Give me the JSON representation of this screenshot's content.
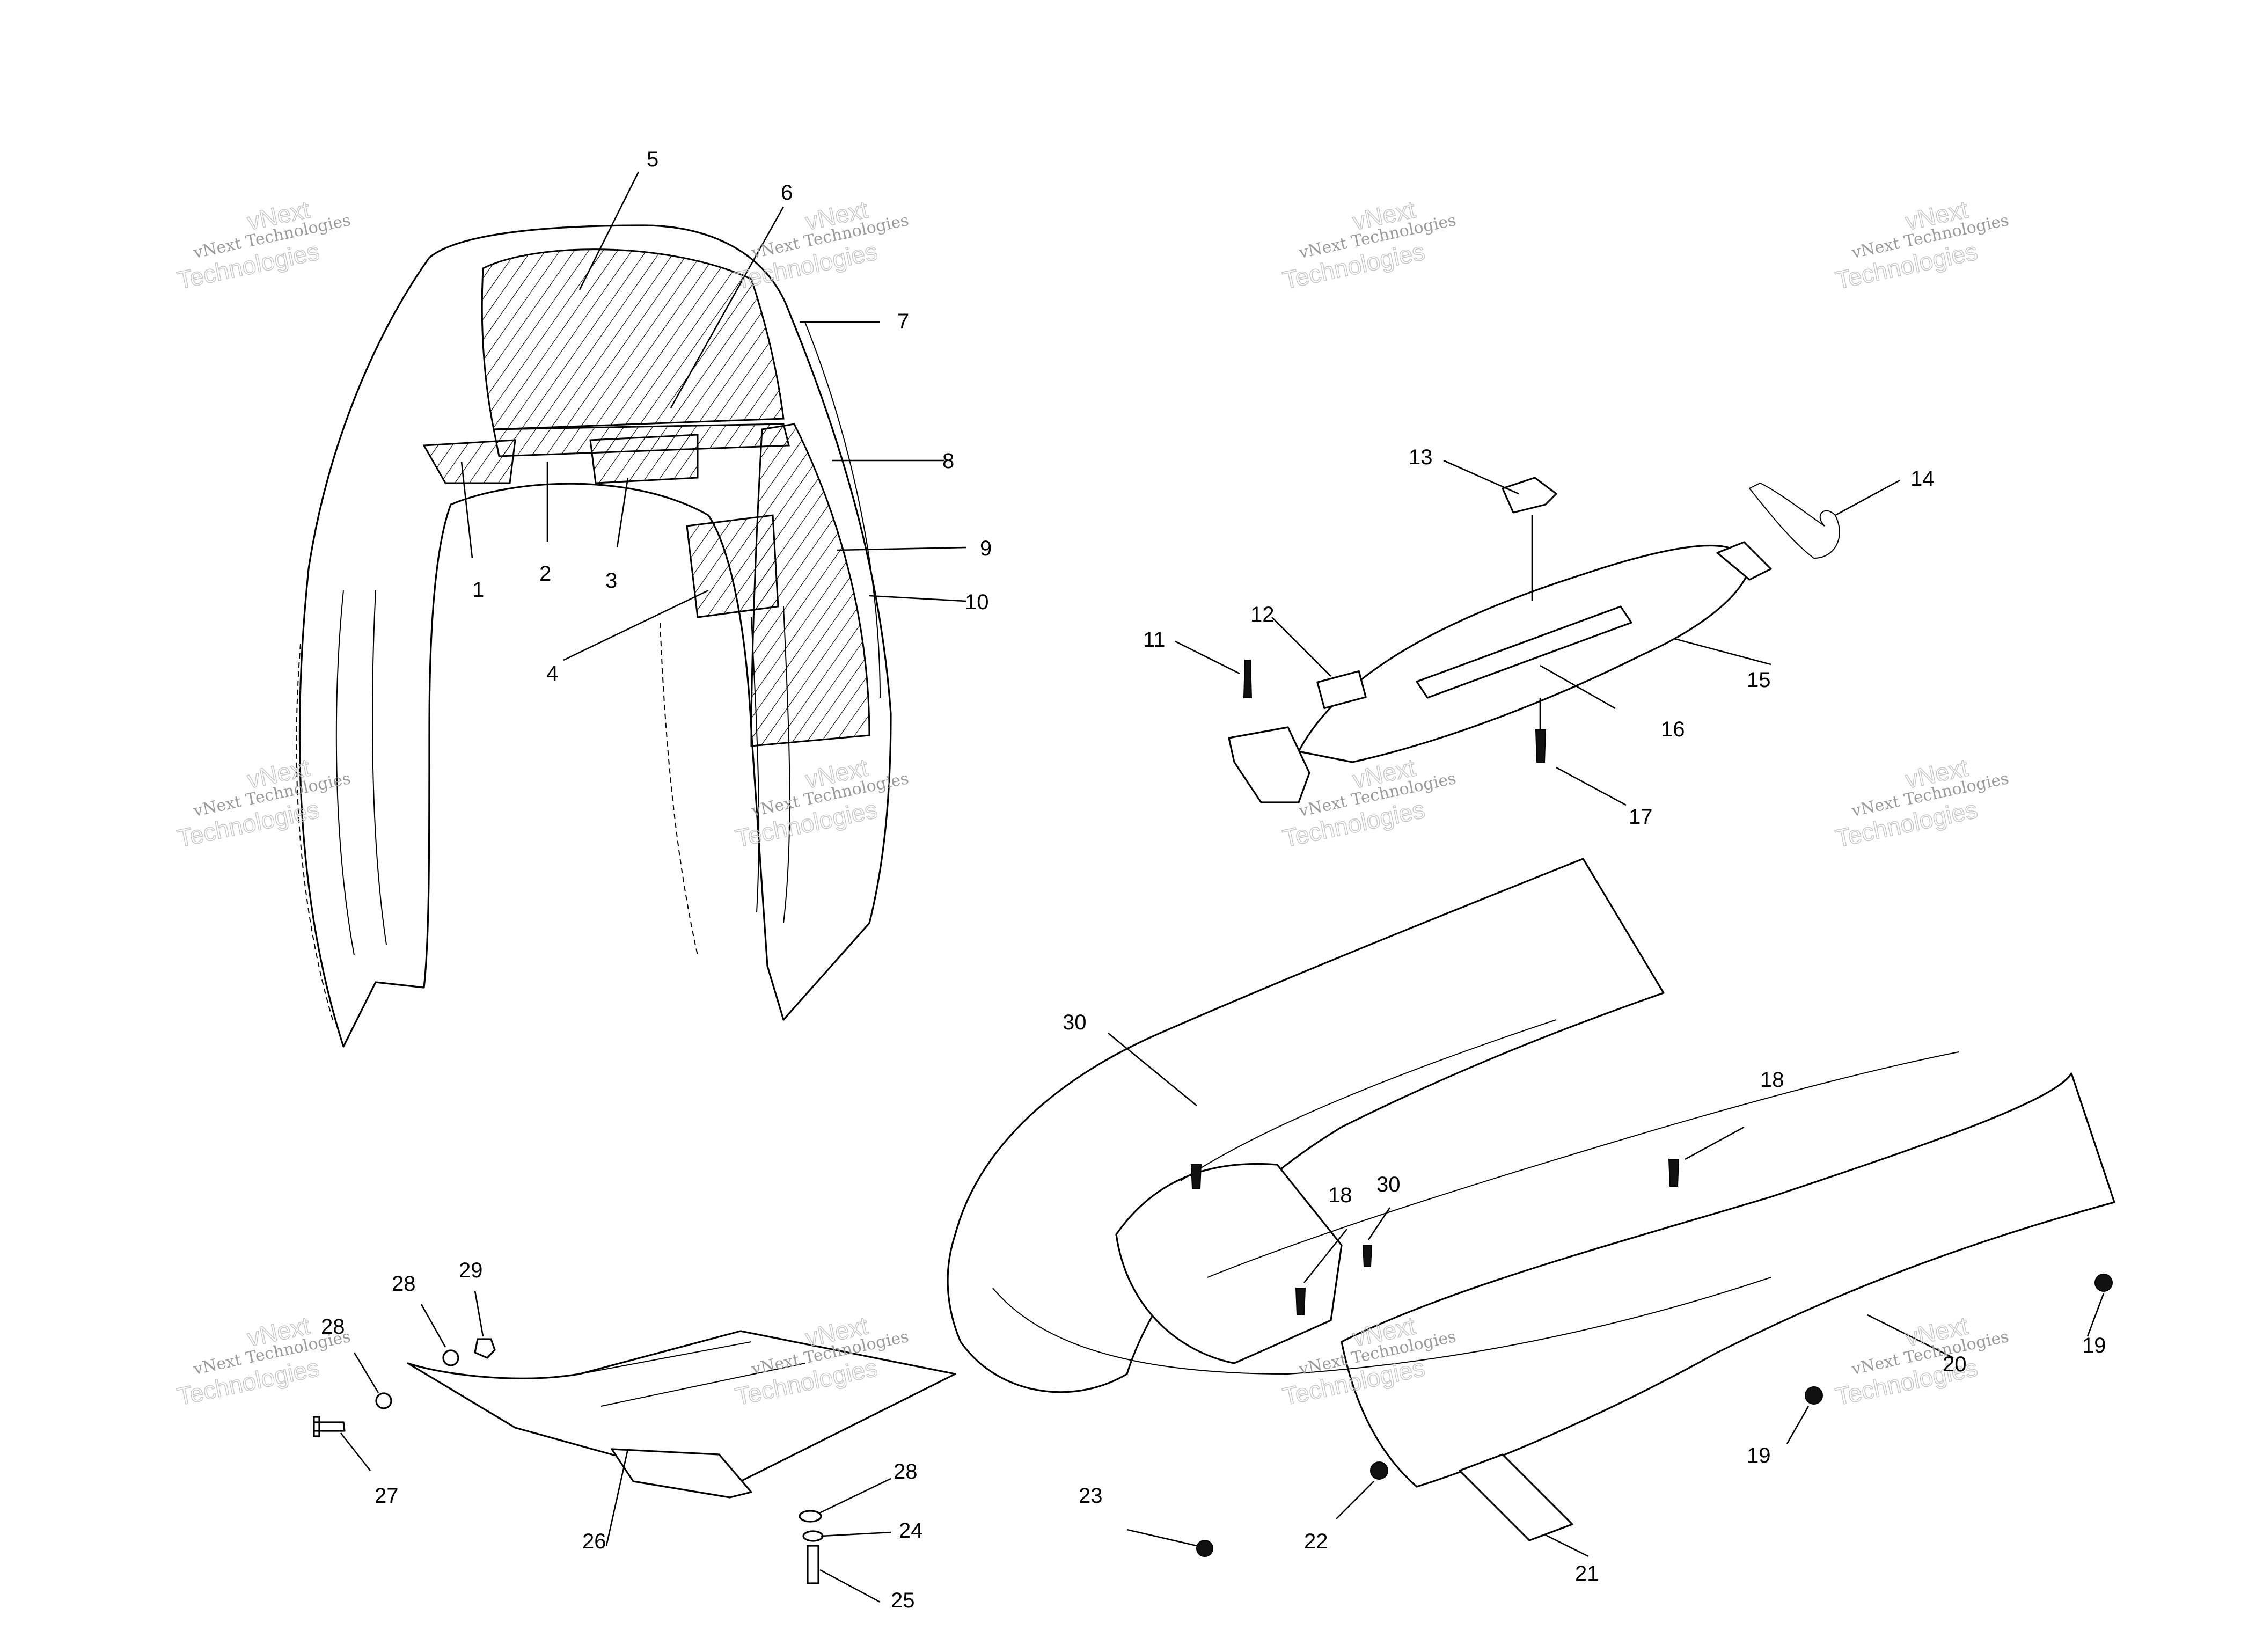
{
  "callouts": {
    "c1": "1",
    "c2": "2",
    "c3": "3",
    "c4": "4",
    "c5": "5",
    "c6": "6",
    "c7": "7",
    "c8": "8",
    "c9": "9",
    "c10": "10",
    "c11": "11",
    "c12": "12",
    "c13": "13",
    "c14": "14",
    "c15": "15",
    "c16": "16",
    "c17": "17",
    "c18a": "18",
    "c18b": "18",
    "c19a": "19",
    "c19b": "19",
    "c20": "20",
    "c21": "21",
    "c22": "22",
    "c23": "23",
    "c24": "24",
    "c25": "25",
    "c26": "26",
    "c27": "27",
    "c28a": "28",
    "c28b": "28",
    "c28c": "28",
    "c29": "29",
    "c30a": "30",
    "c30b": "30"
  },
  "watermark": {
    "line1": "vNext Technologies",
    "line2": "vNext",
    "line3": "Technologies"
  }
}
